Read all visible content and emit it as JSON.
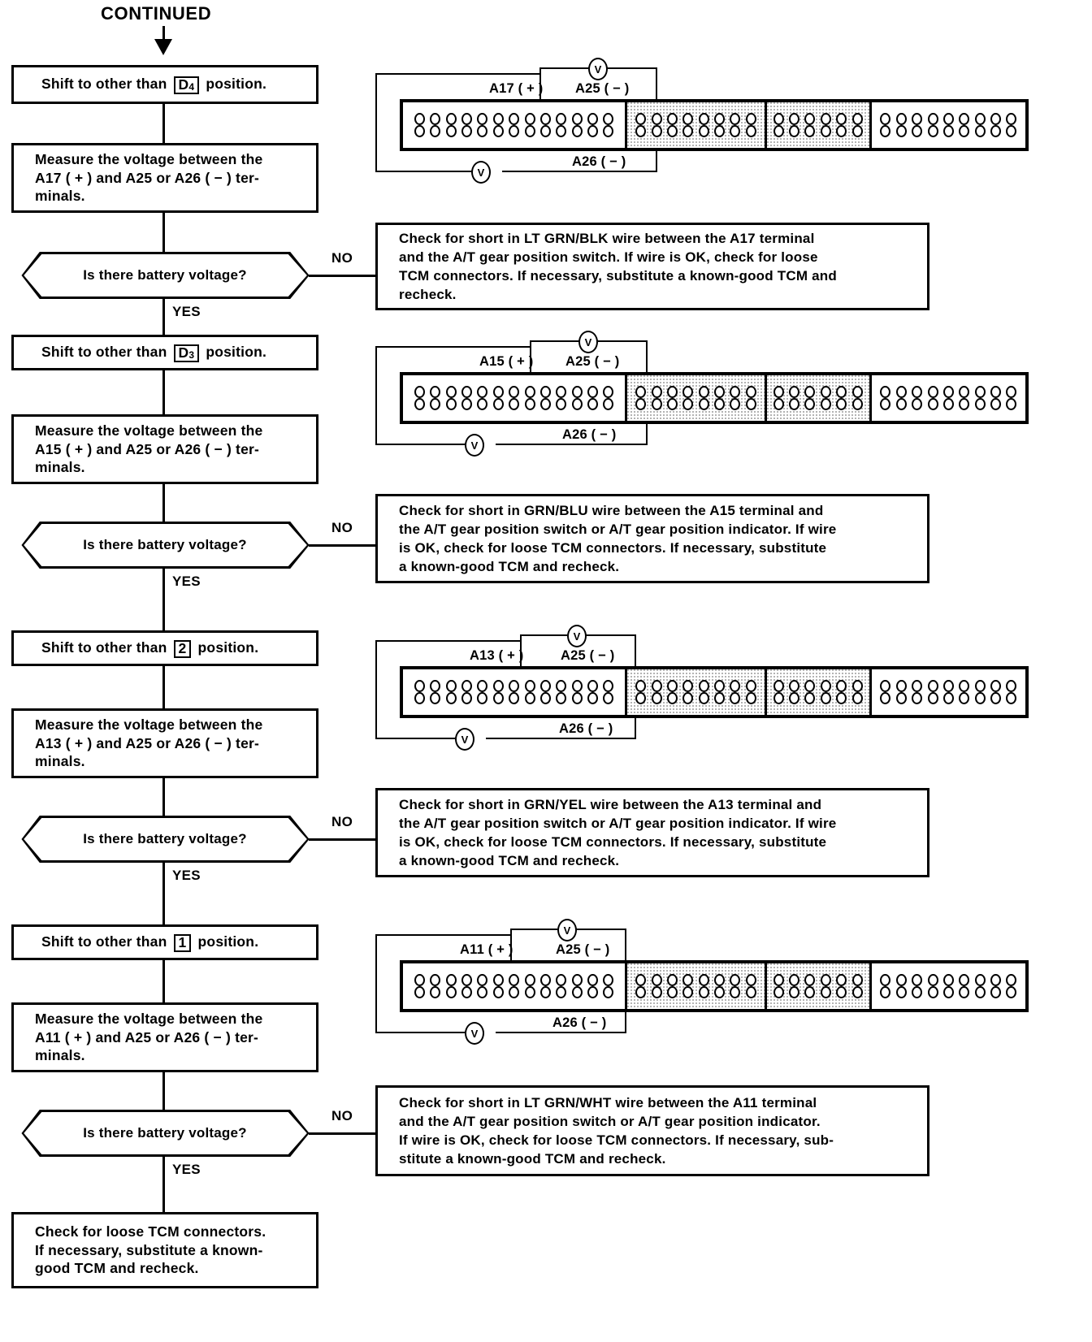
{
  "header": {
    "continued_label": "CONTINUED"
  },
  "edge_labels": {
    "no": "NO",
    "yes": "YES"
  },
  "icons": {
    "voltmeter": "V",
    "arrow_down": "arrow-down-icon"
  },
  "steps": [
    {
      "id": "shift-d4",
      "shift_text_before": "Shift to other than",
      "gear": "D",
      "gear_sub": "4",
      "shift_text_after": "position.",
      "measure_text": "Measure the voltage between the A17 ( + ) and A25 or A26 ( − ) ter-minals.",
      "measure_lines": [
        "Measure the voltage between the",
        "A17 ( + ) and A25 or A26 ( − ) ter-",
        "minals."
      ],
      "question": "Is there battery voltage?",
      "no_action_lines": [
        "Check for short in LT GRN/BLK wire between the A17 terminal",
        "and the A/T gear position switch. If wire is OK, check for loose",
        "TCM connectors. If necessary, substitute a known-good TCM and",
        "recheck."
      ],
      "diagram": {
        "positive_terminal": "A17 ( + )",
        "negative_terminal_top": "A25 ( − )",
        "negative_terminal_bottom": "A26 ( − )",
        "positive_pin_index": 9,
        "negative_pin_index": 13
      }
    },
    {
      "id": "shift-d3",
      "shift_text_before": "Shift to other than",
      "gear": "D",
      "gear_sub": "3",
      "shift_text_after": "position.",
      "measure_lines": [
        "Measure the voltage between the",
        "A15 ( + ) and A25 or A26 ( − ) ter-",
        "minals."
      ],
      "question": "Is there battery voltage?",
      "no_action_lines": [
        "Check for short in GRN/BLU wire between the A15 terminal and",
        "the A/T gear position switch or A/T gear position indicator. If wire",
        "is OK, check for loose TCM connectors. If necessary, substitute",
        "a known-good TCM and recheck."
      ],
      "diagram": {
        "positive_terminal": "A15 ( + )",
        "negative_terminal_top": "A25 ( − )",
        "negative_terminal_bottom": "A26 ( − )",
        "positive_pin_index": 8,
        "negative_pin_index": 13
      }
    },
    {
      "id": "shift-2",
      "shift_text_before": "Shift to other than",
      "gear": "2",
      "gear_sub": "",
      "shift_text_after": "position.",
      "measure_lines": [
        "Measure the voltage between the",
        "A13 ( + ) and A25 or A26 ( − ) ter-",
        "minals."
      ],
      "question": "Is there battery voltage?",
      "no_action_lines": [
        "Check for short in GRN/YEL wire between the A13 terminal and",
        "the A/T gear position switch or A/T gear position indicator. If wire",
        "is OK, check for loose TCM connectors. If necessary, substitute",
        "a known-good TCM and recheck."
      ],
      "diagram": {
        "positive_terminal": "A13 ( + )",
        "negative_terminal_top": "A25 ( − )",
        "negative_terminal_bottom": "A26 ( − )",
        "positive_pin_index": 7,
        "negative_pin_index": 13
      }
    },
    {
      "id": "shift-1",
      "shift_text_before": "Shift to other than",
      "gear": "1",
      "gear_sub": "",
      "shift_text_after": "position.",
      "measure_lines": [
        "Measure the voltage between the",
        "A11 ( + ) and A25 or A26 ( − ) ter-",
        "minals."
      ],
      "question": "Is there battery voltage?",
      "no_action_lines": [
        "Check for short in LT GRN/WHT wire between the A11 terminal",
        "and the A/T gear position switch or A/T gear position indicator.",
        "If wire is OK, check for loose TCM connectors. If necessary, sub-",
        "stitute a known-good TCM and recheck."
      ],
      "diagram": {
        "positive_terminal": "A11 ( + )",
        "negative_terminal_top": "A25 ( − )",
        "negative_terminal_bottom": "A26 ( − )",
        "positive_pin_index": 6,
        "negative_pin_index": 13
      }
    }
  ],
  "final_box_lines": [
    "Check for loose TCM connectors.",
    "If necessary, substitute a known-",
    "good TCM and recheck."
  ],
  "connector_segments": [
    {
      "pins_per_row": 13,
      "shaded": false
    },
    {
      "pins_per_row": 8,
      "shaded": true
    },
    {
      "pins_per_row": 6,
      "shaded": true
    },
    {
      "pins_per_row": 9,
      "shaded": false
    }
  ],
  "colors": {
    "ink": "#000000",
    "paper": "#ffffff"
  }
}
